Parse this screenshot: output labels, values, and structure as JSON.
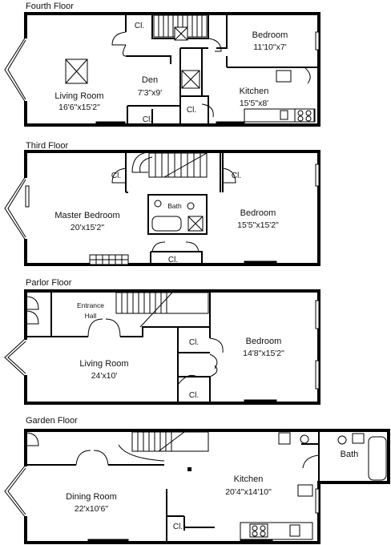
{
  "floors": [
    {
      "title": "Fourth Floor",
      "rooms": [
        {
          "name": "Living Room",
          "dims": "16'6\"x15'2\""
        },
        {
          "name": "Den",
          "dims": "7'3\"x9'"
        },
        {
          "name": "Bedroom",
          "dims": "11'10\"x7'"
        },
        {
          "name": "Kitchen",
          "dims": "15'5\"x8'"
        }
      ],
      "closets": [
        "Cl.",
        "Cl.",
        "Cl."
      ]
    },
    {
      "title": "Third Floor",
      "rooms": [
        {
          "name": "Master Bedroom",
          "dims": "20'x15'2\""
        },
        {
          "name": "Bedroom",
          "dims": "15'5\"x15'2\""
        },
        {
          "name": "Bath",
          "dims": ""
        }
      ],
      "closets": [
        "Cl.",
        "Cl.",
        "Cl."
      ]
    },
    {
      "title": "Parlor Floor",
      "rooms": [
        {
          "name": "Entrance",
          "name2": "Hall",
          "dims": ""
        },
        {
          "name": "Living Room",
          "dims": "24'x10'"
        },
        {
          "name": "Bedroom",
          "dims": "14'8\"x15'2\""
        }
      ],
      "closets": [
        "Cl.",
        "Cl."
      ]
    },
    {
      "title": "Garden Floor",
      "rooms": [
        {
          "name": "Dining Room",
          "dims": "22'x10'6\""
        },
        {
          "name": "Kitchen",
          "dims": "20'4\"x14'10\""
        },
        {
          "name": "Bath",
          "dims": ""
        }
      ],
      "closets": [
        "Cl."
      ]
    }
  ]
}
